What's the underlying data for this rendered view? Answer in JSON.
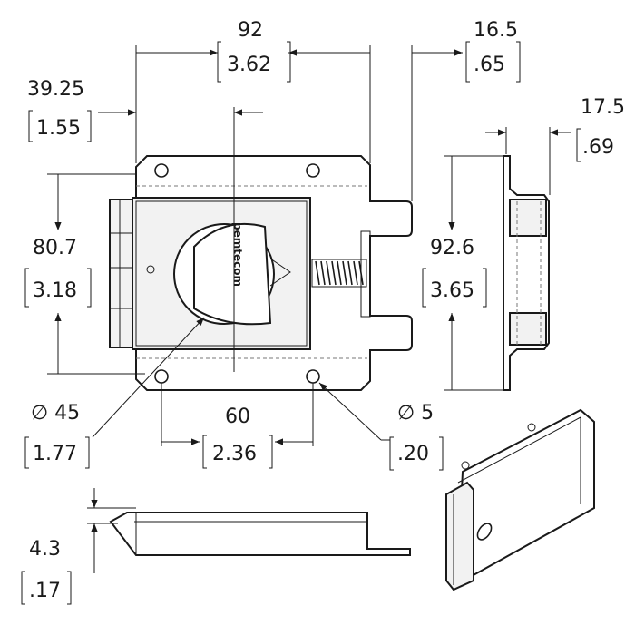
{
  "dimensions": {
    "width_overall": {
      "mm": "92",
      "inch": "3.62"
    },
    "strike_offset": {
      "mm": "16.5",
      "inch": ".65"
    },
    "hole_inset": {
      "mm": "39.25",
      "inch": "1.55"
    },
    "side_depth": {
      "mm": "17.5",
      "inch": ".69"
    },
    "height_body": {
      "mm": "80.7",
      "inch": "3.18"
    },
    "height_side": {
      "mm": "92.6",
      "inch": "3.65"
    },
    "cylinder_diameter": {
      "mm": "∅ 45",
      "inch": "1.77"
    },
    "hole_spacing": {
      "mm": "60",
      "inch": "2.36"
    },
    "hole_diameter": {
      "mm": "∅ 5",
      "inch": ".20"
    },
    "thickness": {
      "mm": "4.3",
      "inch": ".17"
    }
  },
  "brand_text": "pemtecom"
}
